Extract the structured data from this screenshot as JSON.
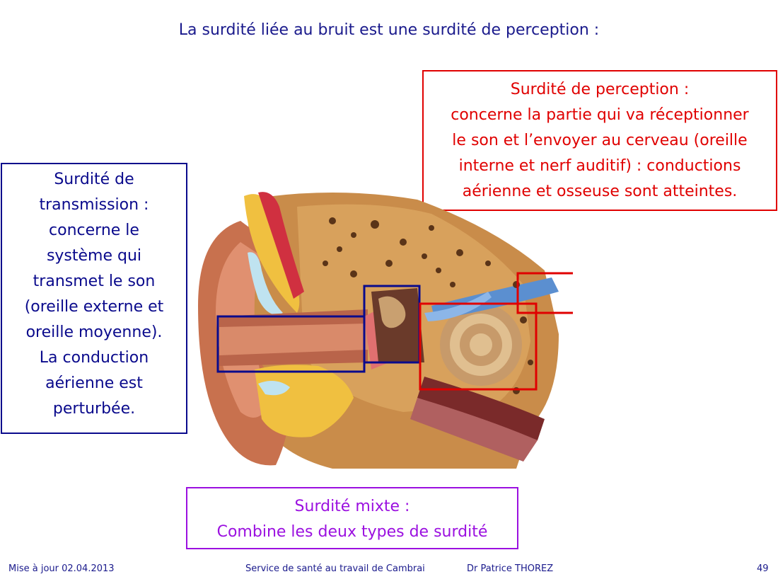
{
  "title": "La surdité liée au bruit est une surdité de perception :",
  "perception": {
    "lines": [
      "Surdité de perception :",
      "concerne la partie qui va réceptionner",
      "le son et l’envoyer au cerveau (oreille",
      "interne et nerf auditif) : conductions",
      "aérienne et osseuse  sont atteintes."
    ]
  },
  "transmission": {
    "lines": [
      "Surdité de",
      "transmission :",
      "concerne le",
      "système qui",
      "transmet le son",
      "(oreille externe et",
      "oreille moyenne).",
      "La conduction",
      "aérienne est",
      "perturbée."
    ]
  },
  "mixte": {
    "lines": [
      "Surdité mixte :",
      "Combine les deux types de surdité"
    ]
  },
  "footer": {
    "update": "Mise à jour 02.04.2013",
    "service": "Service de santé au travail de Cambrai",
    "author": "Dr Patrice THOREZ",
    "page": "49"
  },
  "colors": {
    "perception": "#e00000",
    "transmission": "#0a0a8c",
    "mixte": "#9b10e0",
    "title": "#1a1a8c"
  }
}
